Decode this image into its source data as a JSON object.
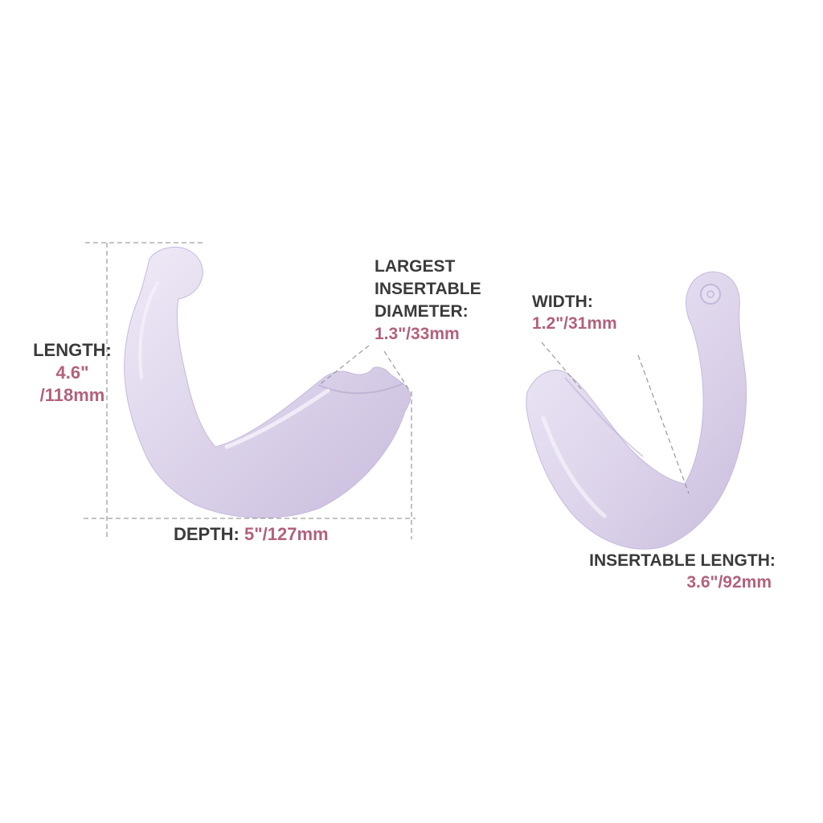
{
  "diagram": {
    "title": "product-dimension-diagram",
    "colors": {
      "label_text": "#3a3a3a",
      "value_text": "#b2617c",
      "product_base": "#dcd3ea",
      "product_edge": "#c6badb",
      "dashed_line": "#9b9b9b",
      "background": "#ffffff"
    },
    "views": [
      {
        "name": "side-view"
      },
      {
        "name": "front-view"
      }
    ],
    "annotations": {
      "length": {
        "label": "LENGTH:",
        "value1": "4.6\"",
        "value2": "/118mm"
      },
      "largest_insertable_diameter": {
        "label1": "LARGEST",
        "label2": "INSERTABLE",
        "label3": "DIAMETER:",
        "value": "1.3\"/33mm"
      },
      "depth": {
        "label": "DEPTH:",
        "value": "5\"/127mm"
      },
      "width": {
        "label": "WIDTH:",
        "value": "1.2\"/31mm"
      },
      "insertable_length": {
        "label": "INSERTABLE LENGTH:",
        "value": "3.6\"/92mm"
      }
    }
  }
}
